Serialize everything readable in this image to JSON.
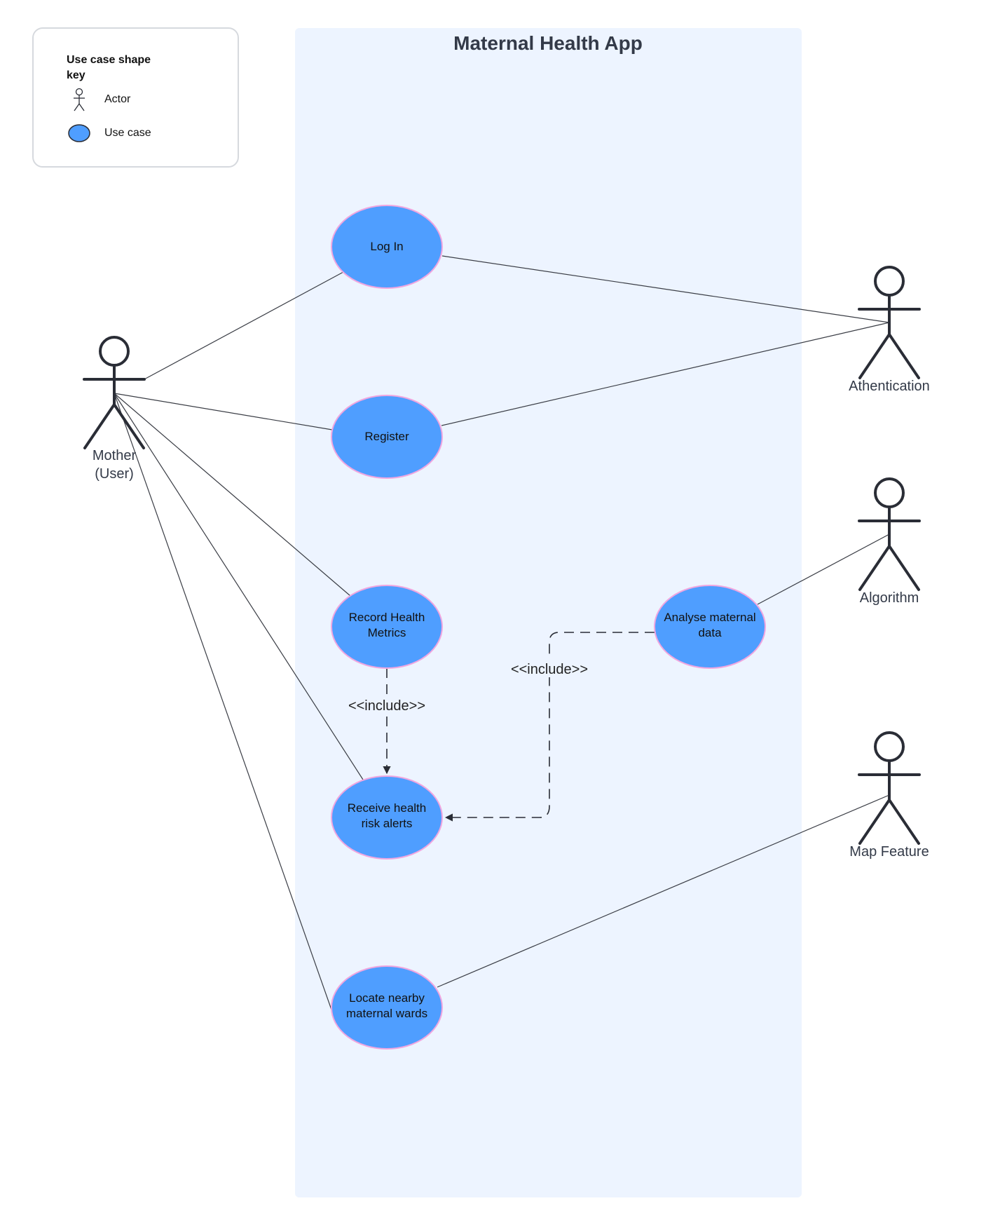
{
  "legend": {
    "title_line1": "Use case shape",
    "title_line2": "key",
    "actor_label": "Actor",
    "usecase_label": "Use case"
  },
  "system": {
    "title": "Maternal Health App"
  },
  "actors": {
    "mother": {
      "line1": "Mother",
      "line2": "(User)"
    },
    "authentication": {
      "label": "Athentication"
    },
    "algorithm": {
      "label": "Algorithm"
    },
    "map_feature": {
      "label": "Map Feature"
    }
  },
  "use_cases": {
    "login": {
      "line1": "Log In",
      "line2": ""
    },
    "register": {
      "line1": "Register",
      "line2": ""
    },
    "record": {
      "line1": "Record Health",
      "line2": "Metrics"
    },
    "receive": {
      "line1": "Receive health",
      "line2": "risk alerts"
    },
    "analyse": {
      "line1": "Analyse maternal",
      "line2": "data"
    },
    "locate": {
      "line1": "Locate nearby",
      "line2": "maternal wards"
    }
  },
  "relations": {
    "include_record": "<<include>>",
    "include_analyse": "<<include>>"
  },
  "colors": {
    "usecase_fill": "#4F9EFF",
    "usecase_stroke": "#F0A6E0",
    "system_fill": "#EDF4FF",
    "actor_stroke": "#2A2D36",
    "line": "#3A3D45",
    "text_dark": "#333A48"
  }
}
